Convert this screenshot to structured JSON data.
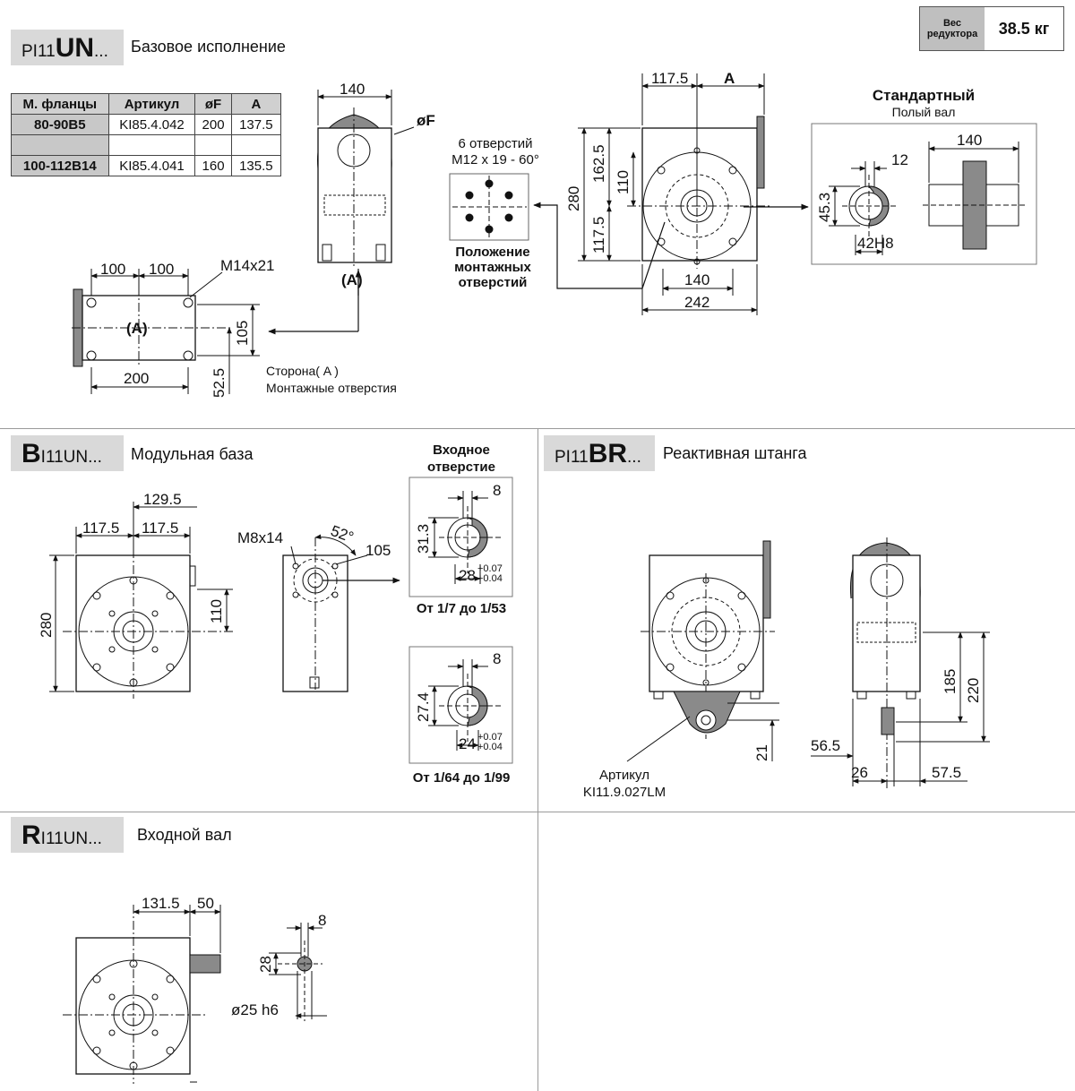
{
  "weight": {
    "label": "Вес редуктора",
    "value": "38.5 кг"
  },
  "sections": {
    "un": {
      "tag_prefix": "PI11",
      "tag_big": "UN",
      "tag_suffix": "...",
      "title": "Базовое исполнение"
    },
    "bi": {
      "tag_prefix": "",
      "tag_big": "B",
      "tag_suffix": "I11UN...",
      "title": "Модульная база"
    },
    "br": {
      "tag_prefix": "PI11",
      "tag_big": "BR",
      "tag_suffix": "...",
      "title": "Реактивная штанга"
    },
    "ri": {
      "tag_prefix": "",
      "tag_big": "R",
      "tag_suffix": "I11UN...",
      "title": "Входной вал"
    }
  },
  "flange_table": {
    "headers": [
      "М. фланцы",
      "Артикул",
      "øF",
      "A"
    ],
    "rows": [
      [
        "80-90B5",
        "KI85.4.042",
        "200",
        "137.5"
      ],
      [
        "100-112B14",
        "KI85.4.041",
        "160",
        "135.5"
      ]
    ]
  },
  "labels": {
    "holes_title": "6 отверстий",
    "holes_spec": "M12 x 19 - 60°",
    "mount_pos_1": "Положение",
    "mount_pos_2": "монтажных",
    "mount_pos_3": "отверстий",
    "standard": "Стандартный",
    "hollow_shaft": "Полый вал",
    "side_a_1": "Сторона( A )",
    "side_a_2": "Монтажные отверстия",
    "marker_a": "(A)",
    "thread_m14": "M14x21",
    "thread_m8": "M8x14",
    "input_bore_1": "Входное",
    "input_bore_2": "отверстие",
    "range1": "От 1/7 до 1/53",
    "range2": "От 1/64 до 1/99",
    "artikul": "Артикул",
    "arm_code": "KI11.9.027LM",
    "phiF": "øF",
    "dimA": "A",
    "shaft_d": "ø25 h6"
  },
  "dims": {
    "un": {
      "w140": "140",
      "d100a": "100",
      "d100b": "100",
      "d200": "200",
      "d105": "105",
      "d52": "52.5",
      "d117": "117.5",
      "d162": "162.5",
      "d110": "110",
      "d280": "280",
      "d117b": "117.5",
      "d140b": "140",
      "d242": "242",
      "h140": "140",
      "h12": "12",
      "h45": "45.3",
      "h42": "42H8"
    },
    "bi": {
      "d129": "129.5",
      "d117a": "117.5",
      "d117b": "117.5",
      "d280": "280",
      "d110": "110",
      "d52": "52°",
      "d105": "105",
      "k8a": "8",
      "k31": "31.3",
      "k28": "28",
      "tol": "+0.07",
      "tol2": "+0.04",
      "k8b": "8",
      "k27": "27.4",
      "k24": "24"
    },
    "br": {
      "d185": "185",
      "d220": "220",
      "d21": "21",
      "d56": "56.5",
      "d26": "26",
      "d57": "57.5"
    },
    "ri": {
      "d131": "131.5",
      "d50": "50",
      "d8": "8",
      "d28": "28"
    }
  }
}
